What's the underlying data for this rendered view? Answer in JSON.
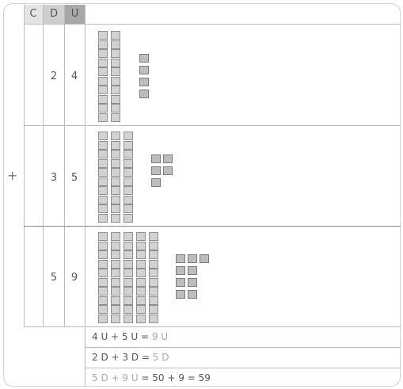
{
  "headers": {
    "c": "C",
    "d": "D",
    "u": "U"
  },
  "operator": "+",
  "rows": [
    {
      "d": "2",
      "u": "4",
      "tens": 2,
      "units": 4
    },
    {
      "d": "3",
      "u": "5",
      "tens": 3,
      "units": 5
    },
    {
      "d": "5",
      "u": "9",
      "tens": 5,
      "units": 9
    }
  ],
  "equations": {
    "eq1": {
      "a": "4 U + 5 U = ",
      "b": "9 U"
    },
    "eq2": {
      "a": "2 D + 3 D = ",
      "b": "5 D"
    },
    "eq3": {
      "a": "5 D + 9 U",
      "b": " = 50 + 9 = 59"
    }
  },
  "colors": {
    "header_c": "#e4e4e4",
    "header_d": "#cfcfcf",
    "header_u": "#a8a8a8"
  }
}
